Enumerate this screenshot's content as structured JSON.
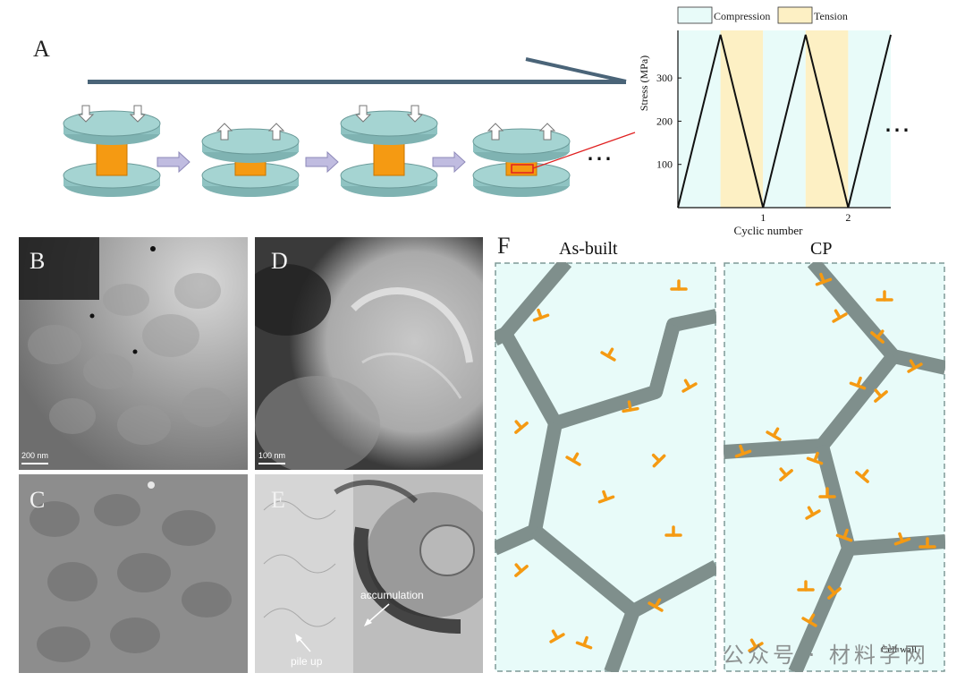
{
  "panel_labels": {
    "a": "A",
    "b": "B",
    "c": "C",
    "d": "D",
    "e": "E",
    "f": "F"
  },
  "panel_a": {
    "ellipsis": "⋯",
    "chart_ellipsis": "⋯"
  },
  "chart_data": {
    "type": "line",
    "title": "",
    "xlabel": "Cyclic number",
    "ylabel": "Stress (MPa)",
    "xticks": [
      "1",
      "2"
    ],
    "yticks": [
      "100",
      "200",
      "300"
    ],
    "ylim": [
      0,
      410
    ],
    "xlim": [
      0,
      2.5
    ],
    "legend": [
      {
        "name": "Compression",
        "color": "#e8fbf9"
      },
      {
        "name": "Tension",
        "color": "#fdf0c4"
      }
    ],
    "bands": [
      {
        "kind": "Compression",
        "from": 0,
        "to": 0.5
      },
      {
        "kind": "Tension",
        "from": 0.5,
        "to": 1.0
      },
      {
        "kind": "Compression",
        "from": 1.0,
        "to": 1.5
      },
      {
        "kind": "Tension",
        "from": 1.5,
        "to": 2.0
      },
      {
        "kind": "Compression",
        "from": 2.0,
        "to": 2.5
      }
    ],
    "series": [
      {
        "x": [
          0,
          0.5,
          1.0,
          1.5,
          2.0,
          2.5
        ],
        "y": [
          0,
          400,
          0,
          400,
          0,
          400
        ]
      }
    ]
  },
  "micrographs": {
    "b_scale": "200 nm",
    "d_scale": "100 nm",
    "e_annotation_1": "accumulation",
    "e_annotation_2": "pile up"
  },
  "panel_f": {
    "title_left": "As-built",
    "title_right": "CP",
    "cell_wall_label": "Cell wall"
  },
  "colors": {
    "platen": "#8fc3c2",
    "sample": "#f59a12",
    "arrow": "#c0bce0",
    "cell_fill": "#e8fbf9",
    "cell_wall": "#7f8f8c",
    "dislocation": "#f59a12",
    "compression": "#e8fbf9",
    "tension": "#fdf0c4"
  },
  "watermark": "公众号 · 材料学网"
}
